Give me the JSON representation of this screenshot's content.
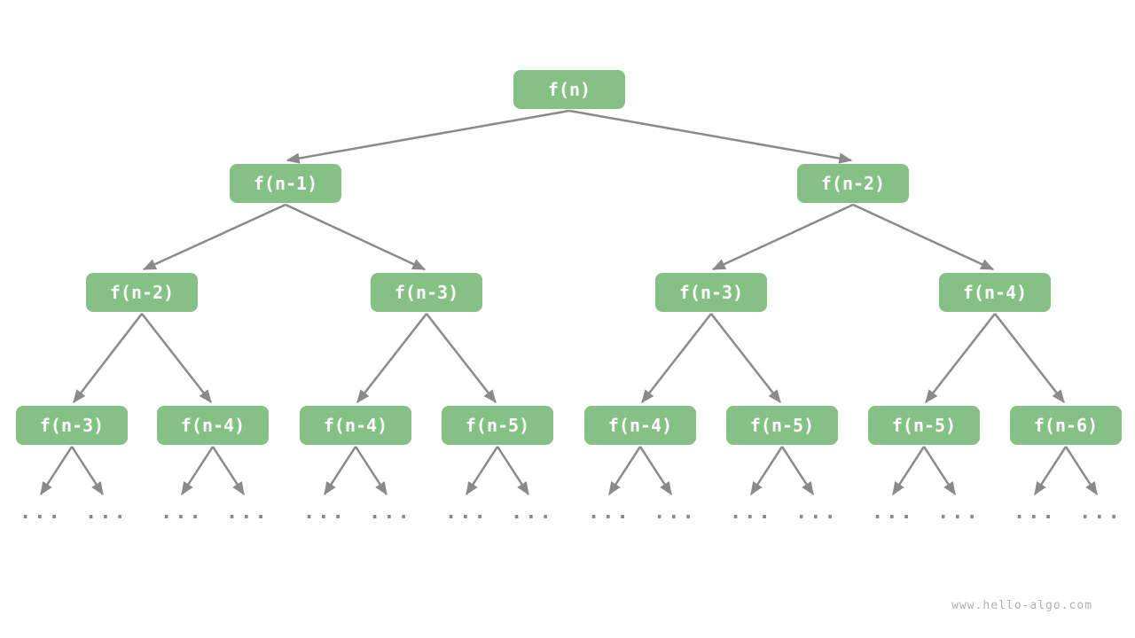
{
  "diagram": {
    "title": "recursion-tree",
    "ellipsis_label": "...",
    "watermark": "www.hello-algo.com",
    "colors": {
      "node_fill": "#85c185",
      "node_text": "#ffffff",
      "arrow": "#8a8a8a",
      "ellipsis": "#8a8a8a",
      "background": "#ffffff"
    },
    "nodes": [
      {
        "label": "f(n)",
        "level": 0
      },
      {
        "label": "f(n-1)",
        "level": 1
      },
      {
        "label": "f(n-2)",
        "level": 1
      },
      {
        "label": "f(n-2)",
        "level": 2
      },
      {
        "label": "f(n-3)",
        "level": 2
      },
      {
        "label": "f(n-3)",
        "level": 2
      },
      {
        "label": "f(n-4)",
        "level": 2
      },
      {
        "label": "f(n-3)",
        "level": 3
      },
      {
        "label": "f(n-4)",
        "level": 3
      },
      {
        "label": "f(n-4)",
        "level": 3
      },
      {
        "label": "f(n-5)",
        "level": 3
      },
      {
        "label": "f(n-4)",
        "level": 3
      },
      {
        "label": "f(n-5)",
        "level": 3
      },
      {
        "label": "f(n-5)",
        "level": 3
      },
      {
        "label": "f(n-6)",
        "level": 3
      }
    ],
    "edges_note": "each node has two children; level-3 nodes point to ellipsis placeholders"
  }
}
